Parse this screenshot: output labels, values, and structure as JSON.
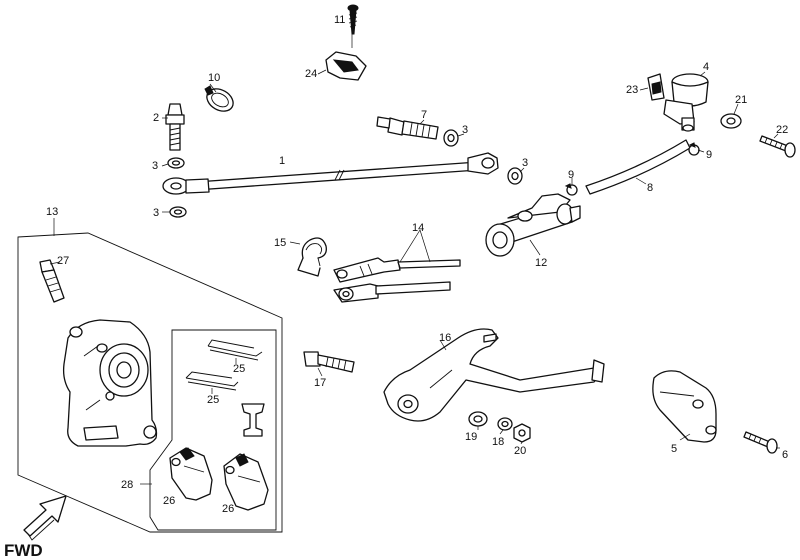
{
  "diagram": {
    "callouts": {
      "p1": "1",
      "p2": "2",
      "p3a": "3",
      "p3b": "3",
      "p3c": "3",
      "p3d": "3",
      "p4": "4",
      "p5": "5",
      "p6": "6",
      "p7": "7",
      "p8": "8",
      "p9a": "9",
      "p9b": "9",
      "p10": "10",
      "p11": "11",
      "p12": "12",
      "p13": "13",
      "p14": "14",
      "p15": "15",
      "p16": "16",
      "p17": "17",
      "p18": "18",
      "p19": "19",
      "p20": "20",
      "p21": "21",
      "p22": "22",
      "p23": "23",
      "p24": "24",
      "p25a": "25",
      "p25b": "25",
      "p26a": "26",
      "p26b": "26",
      "p27": "27",
      "p28": "28"
    },
    "direction_label": "FWD"
  }
}
